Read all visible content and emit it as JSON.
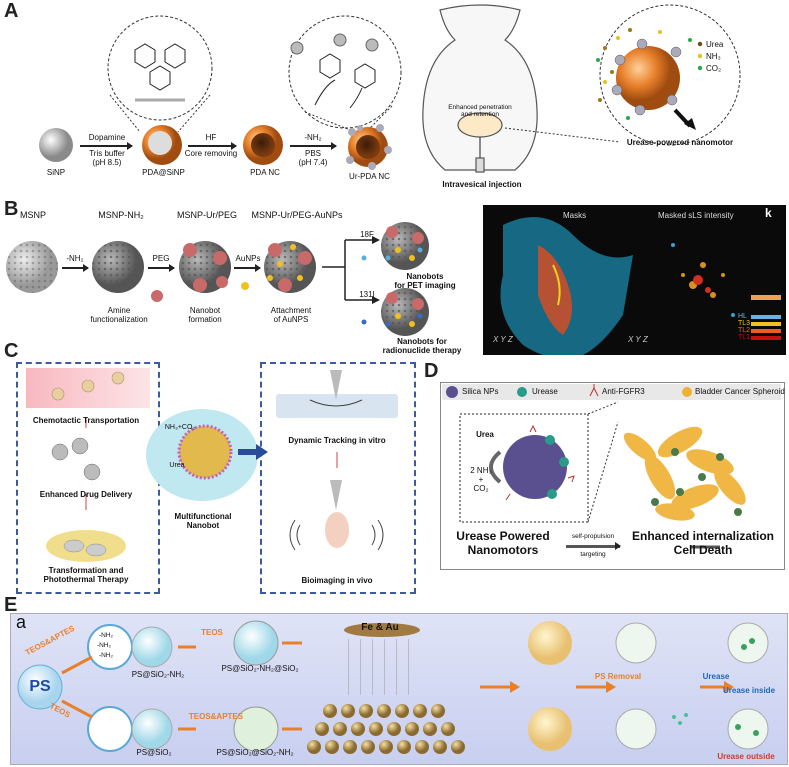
{
  "panelA": {
    "letter": "A",
    "steps": [
      "SiNP",
      "PDA@SiNP",
      "PDA NC",
      "Ur-PDA NC"
    ],
    "arrow1_top": "Dopamine",
    "arrow1_bottom": "Tris buffer\n(pH 8.5)",
    "arrow2_top": "HF",
    "arrow2_bottom": "Core removing",
    "arrow3_top": "-NH₂",
    "arrow3_bottom": "PBS\n(pH 7.4)",
    "bladder_label": "Enhanced penetration\nand retention",
    "injection": "Intravesical injection",
    "legend": [
      "Urea",
      "NH₃",
      "CO₂"
    ],
    "motor_label": "Urease-powered nanomotor"
  },
  "panelB": {
    "letter": "B",
    "steps": [
      "MSNP",
      "MSNP-NH₂",
      "MSNP-Ur/PEG",
      "MSNP-Ur/PEG-AuNPs"
    ],
    "arrow1": "-NH₂",
    "arrow2": "PEG",
    "arrow3": "AuNPs",
    "captions": [
      "Amine\nfunctionalization",
      "Nanobot\nformation",
      "Attachment\nof AuNPS"
    ],
    "iso1": "18F",
    "iso2": "131I",
    "out1": "Nanobots\nfor PET imaging",
    "out2": "Nanobots for\nradionuclide therapy",
    "img_left": "Masks",
    "img_right": "Masked sLS intensity",
    "img_k": "k",
    "img_legend": [
      "HL",
      "TL3",
      "TL2",
      "TL1"
    ],
    "axis": "X Y Z"
  },
  "panelC": {
    "letter": "C",
    "items": [
      "Chemotactic Transportation",
      "Enhanced Drug Delivery",
      "Transformation and\nPhotothermal Therapy"
    ],
    "center": "Multifunctional\nNanobot",
    "nh3": "NH₃+CO₂",
    "urea": "Urea",
    "right1": "Dynamic Tracking in vitro",
    "right2": "Bioimaging in vivo"
  },
  "panelD": {
    "letter": "D",
    "legend": [
      "Silica NPs",
      "Urease",
      "Anti-FGFR3",
      "Bladder Cancer Spheroid"
    ],
    "urea": "Urea",
    "products": "2 NH₃\n+\nCO₂",
    "left_title": "Urease Powered\nNanomotors",
    "arrow_top": "self-propulsion",
    "arrow_bottom": "targeting",
    "right_title": "Enhanced internalization\nCell Death"
  },
  "panelE": {
    "letter": "E",
    "sub": "a",
    "ps": "PS",
    "teos_aptes": "TEOS&APTES",
    "teos": "TEOS",
    "nh2": [
      "-NH₂",
      "-NH₂",
      "-NH₂"
    ],
    "top_label1": "PS@SiO₂-NH₂",
    "top_arrow": "TEOS",
    "top_label2": "PS@SiO₂-NH₂@SiO₂",
    "bot_label1": "PS@SiO₂",
    "bot_arrow": "TEOS&APTES",
    "bot_label2": "PS@SiO₂@SiO₂-NH₂",
    "sputter": "Fe & Au",
    "ps_removal": "PS Removal",
    "urease": "Urease",
    "inside": "Urease inside",
    "outside": "Urease outside"
  },
  "colors": {
    "orange": "#e8802b",
    "navy": "#3d5a9e",
    "red": "#d23a2a",
    "blue": "#1e66b8"
  }
}
